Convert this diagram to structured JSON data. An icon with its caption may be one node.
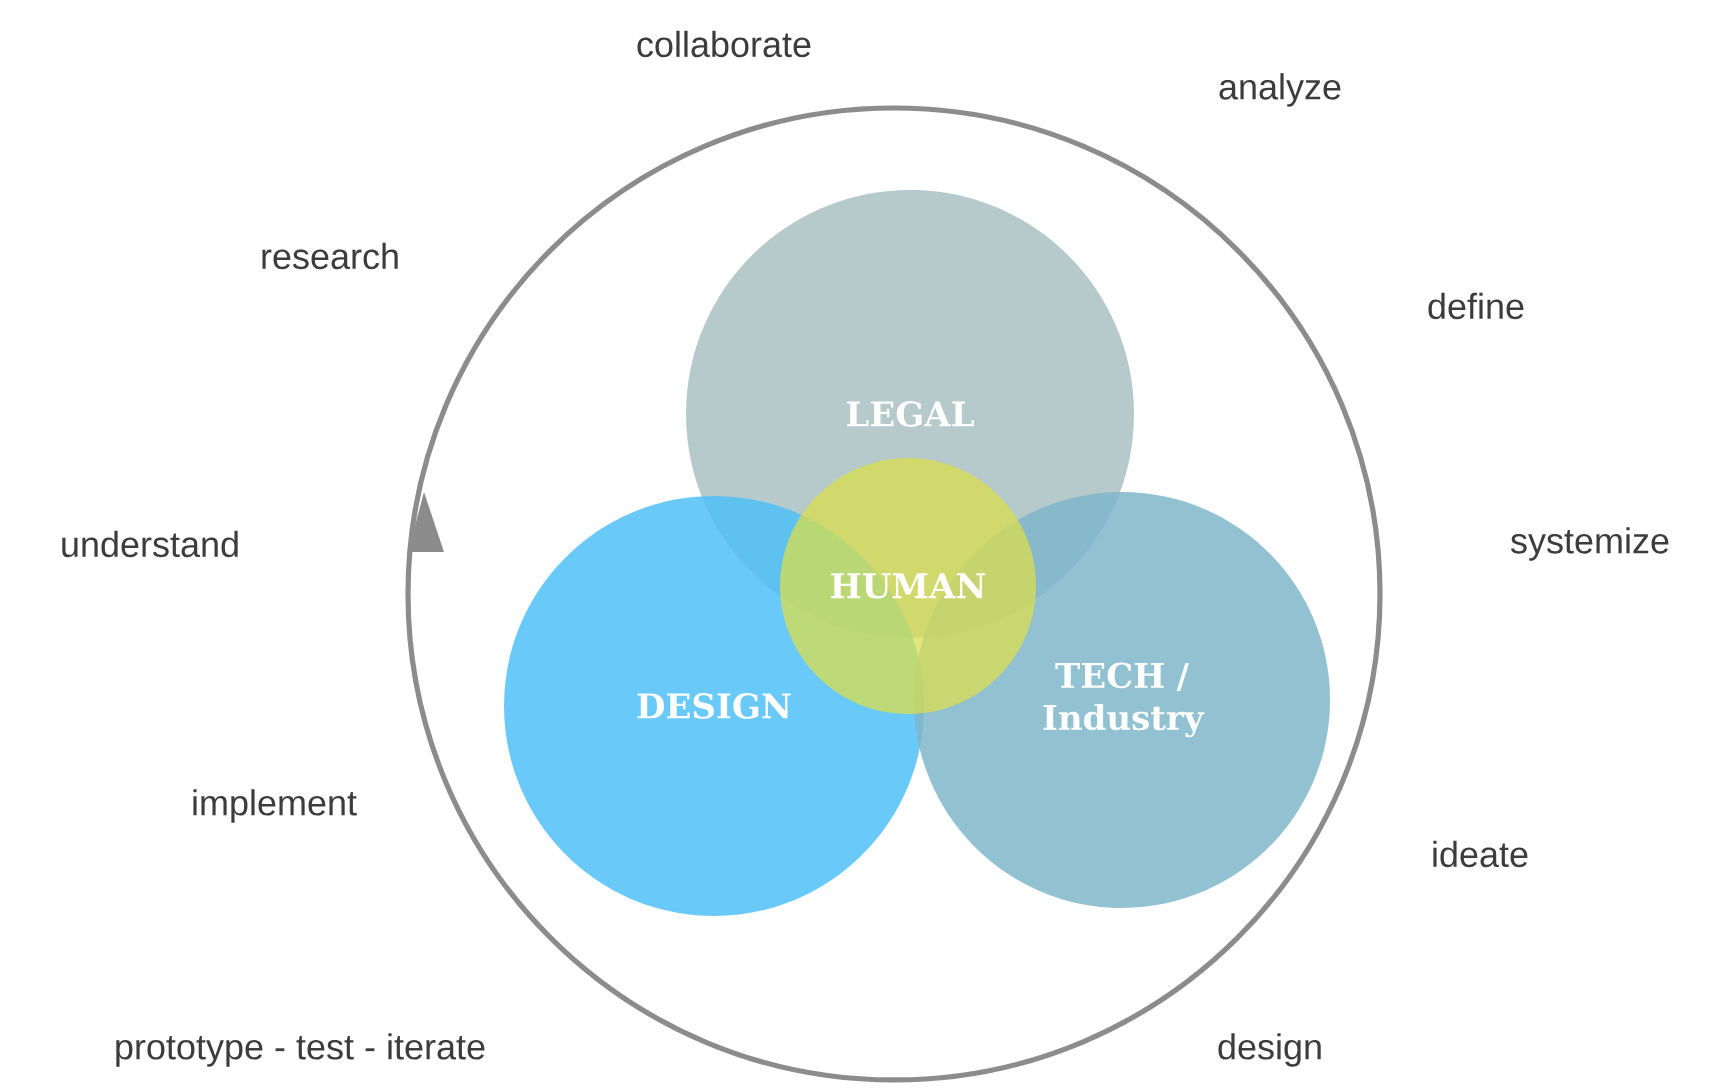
{
  "diagram": {
    "nodes": [
      {
        "text": [
          "LEGAL"
        ]
      },
      {
        "text": [
          "DESIGN"
        ]
      },
      {
        "text": [
          "TECH / Industry"
        ]
      },
      {
        "text": [
          "HUMAN"
        ]
      }
    ],
    "labels": [
      "collaborate",
      "analyze",
      "research",
      "define",
      "understand",
      "systemize",
      "implement",
      "ideate",
      "prototype - test -  iterate",
      "design"
    ]
  }
}
